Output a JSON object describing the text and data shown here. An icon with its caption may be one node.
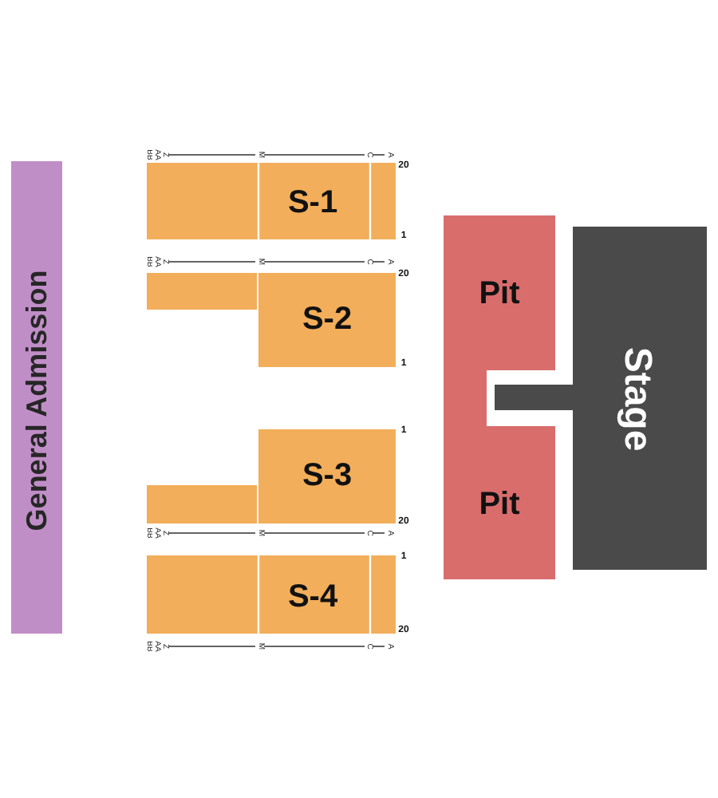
{
  "diagram": {
    "nodes": [
      {
        "text": [
          "General Admission"
        ]
      },
      {
        "text": [
          "S-1"
        ],
        "beside": [
          "BB",
          "AA",
          "Z",
          "M",
          "C",
          "A",
          "20",
          "1"
        ]
      },
      {
        "text": [
          "S-2"
        ],
        "beside": [
          "BB",
          "AA",
          "Z",
          "M",
          "C",
          "A",
          "20",
          "1"
        ]
      },
      {
        "text": [
          "S-3"
        ],
        "beside": [
          "1",
          "20",
          "BB",
          "AA",
          "Z",
          "M",
          "C",
          "A"
        ]
      },
      {
        "text": [
          "S-4"
        ],
        "beside": [
          "1",
          "20",
          "BB",
          "AA",
          "Z",
          "M",
          "C",
          "A"
        ]
      },
      {
        "text": [
          "Pit",
          "Pit"
        ]
      },
      {
        "text": [
          "Stage"
        ]
      }
    ]
  }
}
